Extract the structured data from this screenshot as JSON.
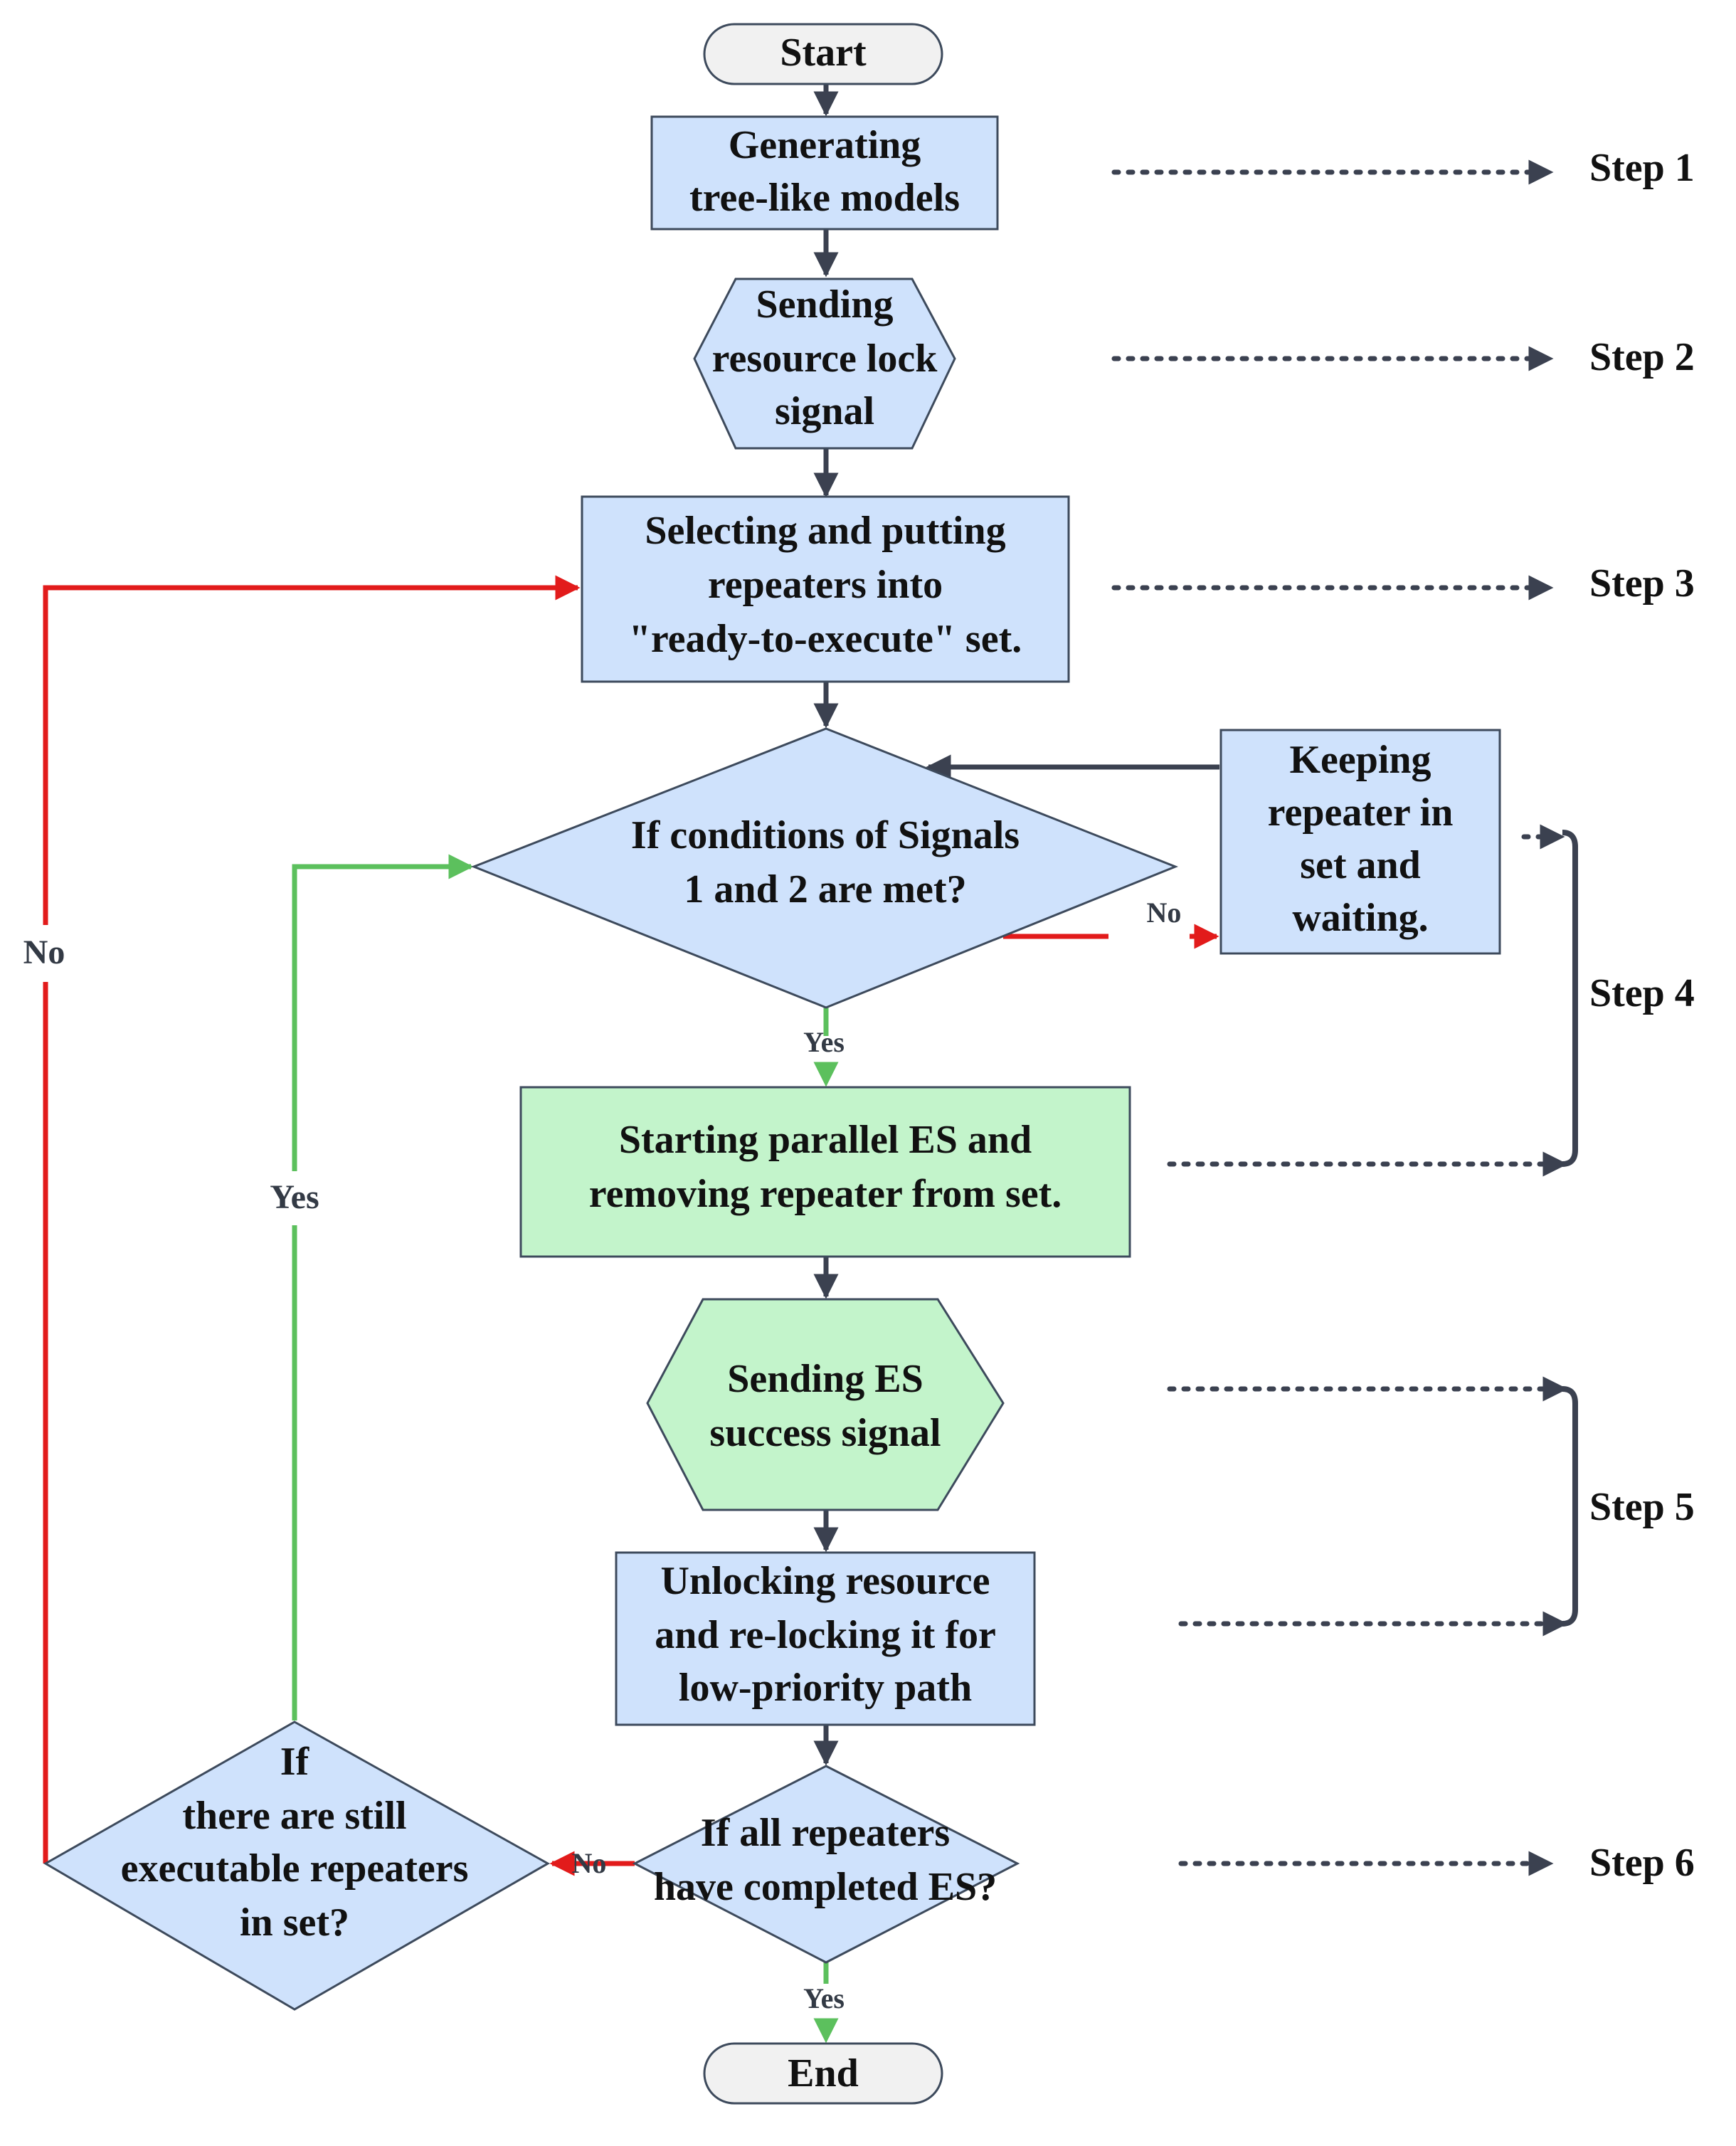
{
  "colors": {
    "blue_fill": "#cfe2fc",
    "blue_stroke": "#3d4a5c",
    "green_fill": "#c3f4cb",
    "terminal_fill": "#f1f1f1",
    "dark_arrow": "#3b4150",
    "red_arrow": "#e21b1b",
    "green_arrow": "#5cc05d"
  },
  "nodes": {
    "start": "Start",
    "generate": [
      "Generating",
      "tree-like models"
    ],
    "send_lock": [
      "Sending",
      "resource lock",
      "signal"
    ],
    "select": [
      "Selecting and putting",
      "repeaters into",
      "\"ready-to-execute\" set."
    ],
    "condition": [
      "If  conditions of Signals",
      "1 and 2 are met?"
    ],
    "keep": [
      "Keeping",
      "repeater in",
      "set and",
      "waiting."
    ],
    "start_es": [
      "Starting parallel ES and",
      "removing repeater from set."
    ],
    "send_es": [
      "Sending ES",
      "success signal"
    ],
    "unlock": [
      "Unlocking resource",
      "and re-locking it for",
      "low-priority path"
    ],
    "all_done": [
      "If all repeaters",
      "have completed ES?"
    ],
    "still_exec": [
      "If",
      "there are still",
      "executable repeaters",
      "in set?"
    ],
    "end": "End"
  },
  "edge_labels": {
    "cond_no": "No",
    "cond_yes": "Yes",
    "all_no": "No",
    "all_yes": "Yes",
    "still_yes": "Yes",
    "still_no": "No"
  },
  "steps": {
    "s1": "Step 1",
    "s2": "Step 2",
    "s3": "Step 3",
    "s4": "Step 4",
    "s5": "Step 5",
    "s6": "Step 6"
  }
}
